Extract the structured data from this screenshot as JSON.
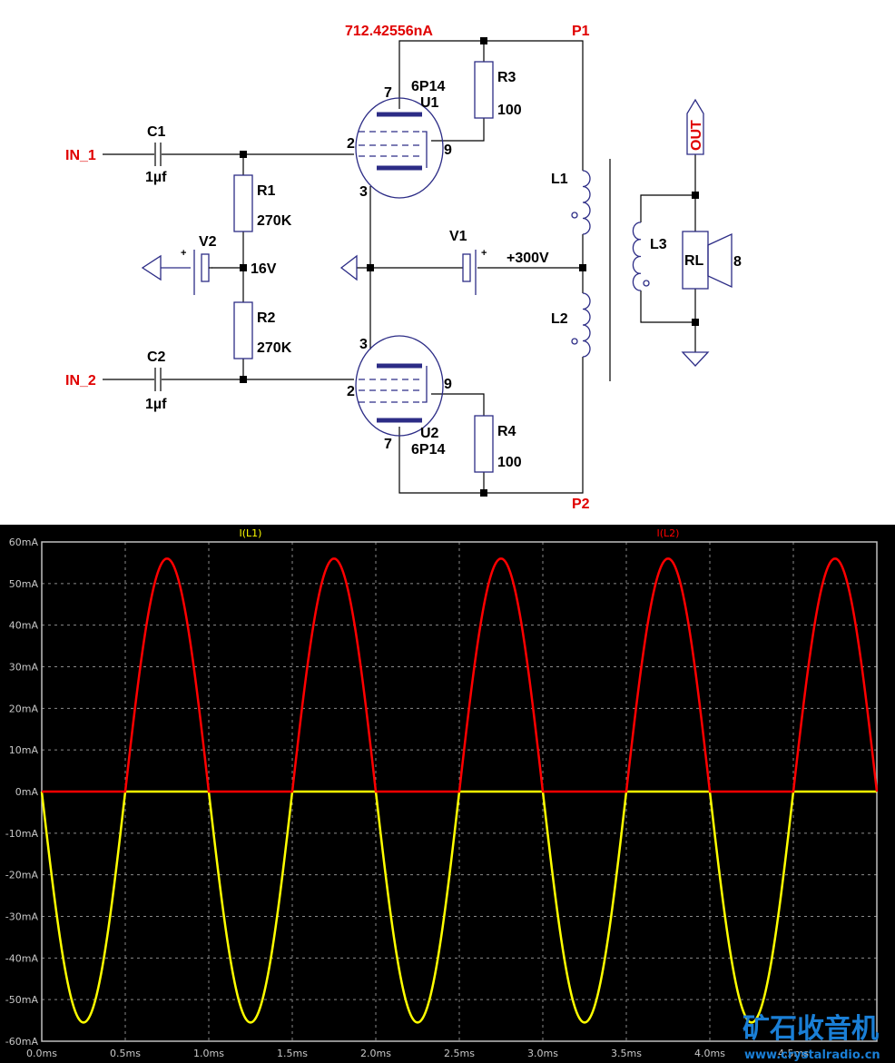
{
  "schematic": {
    "inputs": {
      "in1": "IN_1",
      "in2": "IN_2"
    },
    "output": "OUT",
    "current_readout": "712.42556nA",
    "nodes": {
      "p1": "P1",
      "p2": "P2",
      "bias_voltage": "16V",
      "supply_voltage": "+300V"
    },
    "components": {
      "c1": {
        "name": "C1",
        "value": "1µf"
      },
      "c2": {
        "name": "C2",
        "value": "1µf"
      },
      "r1": {
        "name": "R1",
        "value": "270K"
      },
      "r2": {
        "name": "R2",
        "value": "270K"
      },
      "r3": {
        "name": "R3",
        "value": "100"
      },
      "r4": {
        "name": "R4",
        "value": "100"
      },
      "u1": {
        "name": "U1",
        "value": "6P14"
      },
      "u2": {
        "name": "U2",
        "value": "6P14"
      },
      "v1": {
        "name": "V1"
      },
      "v2": {
        "name": "V2"
      },
      "l1": {
        "name": "L1"
      },
      "l2": {
        "name": "L2"
      },
      "l3": {
        "name": "L3"
      },
      "rl": {
        "name": "RL",
        "value": "8"
      }
    },
    "pins": {
      "p2": "2",
      "p3": "3",
      "p7": "7",
      "p9": "9"
    },
    "polarity": "+"
  },
  "chart_data": {
    "type": "line",
    "x_unit": "ms",
    "xlim": [
      0,
      5
    ],
    "ylim": [
      -60,
      60
    ],
    "x_ticks": [
      "0.0ms",
      "0.5ms",
      "1.0ms",
      "1.5ms",
      "2.0ms",
      "2.5ms",
      "3.0ms",
      "3.5ms",
      "4.0ms",
      "4.5ms"
    ],
    "y_ticks": [
      "60mA",
      "50mA",
      "40mA",
      "30mA",
      "20mA",
      "10mA",
      "0mA",
      "-10mA",
      "-20mA",
      "-30mA",
      "-40mA",
      "-50mA",
      "-60mA"
    ],
    "grid": true,
    "series": [
      {
        "name": "I(L1)",
        "color": "#ffff00",
        "period_ms": 1.0,
        "peak_ma": -55.5,
        "active_window_ms": [
          0.0,
          0.5
        ]
      },
      {
        "name": "I(L2)",
        "color": "#ff0000",
        "period_ms": 1.0,
        "peak_ma": 56,
        "active_window_ms": [
          0.5,
          1.0
        ]
      }
    ],
    "colors": {
      "background": "#000000",
      "grid": "#8a8a8a",
      "frame": "#c0c0c0",
      "tick_text": "#c8c8c8"
    }
  },
  "watermark": {
    "title": "矿石收音机",
    "url": "www.crystalradio.cn"
  }
}
